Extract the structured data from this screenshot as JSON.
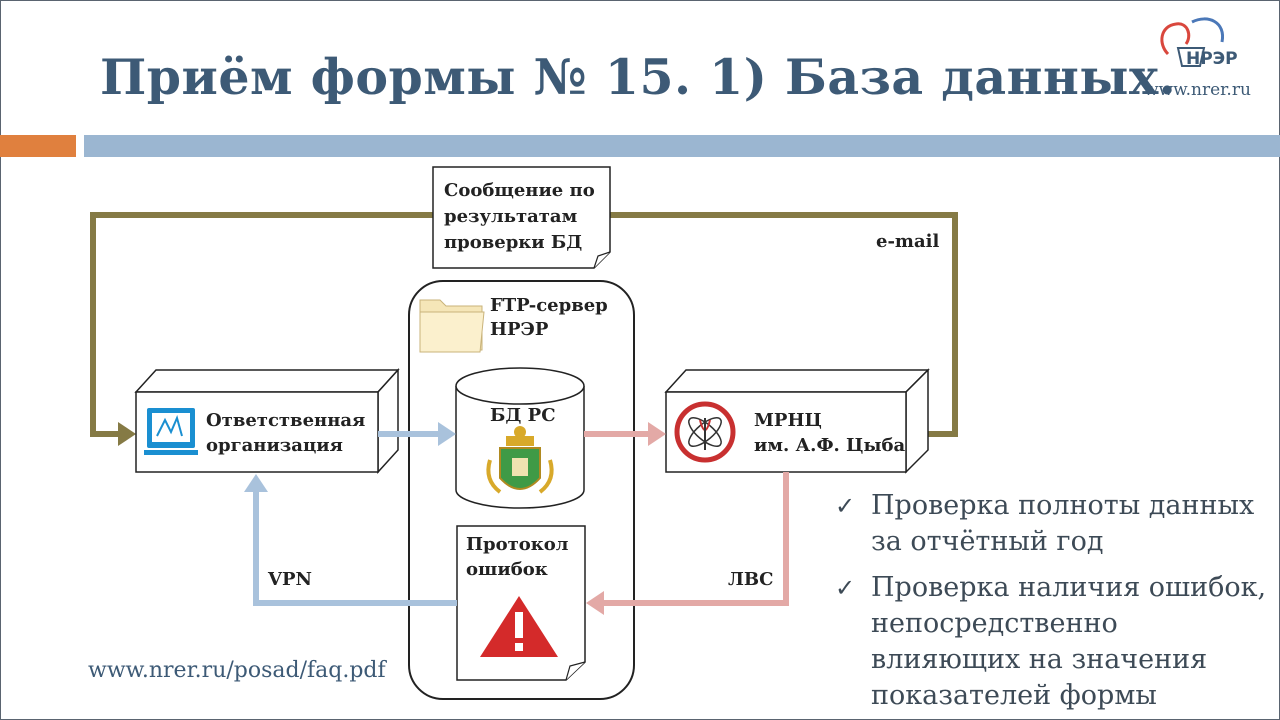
{
  "title": "Приём формы № 15. 1) База данных.",
  "logo": {
    "brand": "НРЭР",
    "url": "www.nrer.ru"
  },
  "diagram": {
    "note": "Сообщение по результатам проверки БД",
    "email_label": "e-mail",
    "ftp_label_1": "FTP-сервер",
    "ftp_label_2": "НРЭР",
    "org_label_1": "Ответственная",
    "org_label_2": "организация",
    "db_label": "БД РС",
    "mrnc_label_1": "МРНЦ",
    "mrnc_label_2": "им. А.Ф. Цыба",
    "protocol_label_1": "Протокол",
    "protocol_label_2": "ошибок",
    "vpn_label": "VPN",
    "lan_label": "ЛВС"
  },
  "bullets": [
    {
      "lines": [
        "Проверка полноты данных",
        "за отчётный год"
      ]
    },
    {
      "lines": [
        "Проверка наличия ошибок,",
        "непосредственно",
        "влияющих на значения",
        "показателей формы"
      ]
    }
  ],
  "footer_url": "www.nrer.ru/posad/faq.pdf",
  "colors": {
    "title": "#3d5a76",
    "olive_line": "#857a45",
    "blue_arrow": "#a9c2dc",
    "pink_arrow": "#e3a9a6",
    "warning_red": "#d42a2a",
    "accent_orange": "#e0803e",
    "accent_blue": "#9bb6d1"
  }
}
